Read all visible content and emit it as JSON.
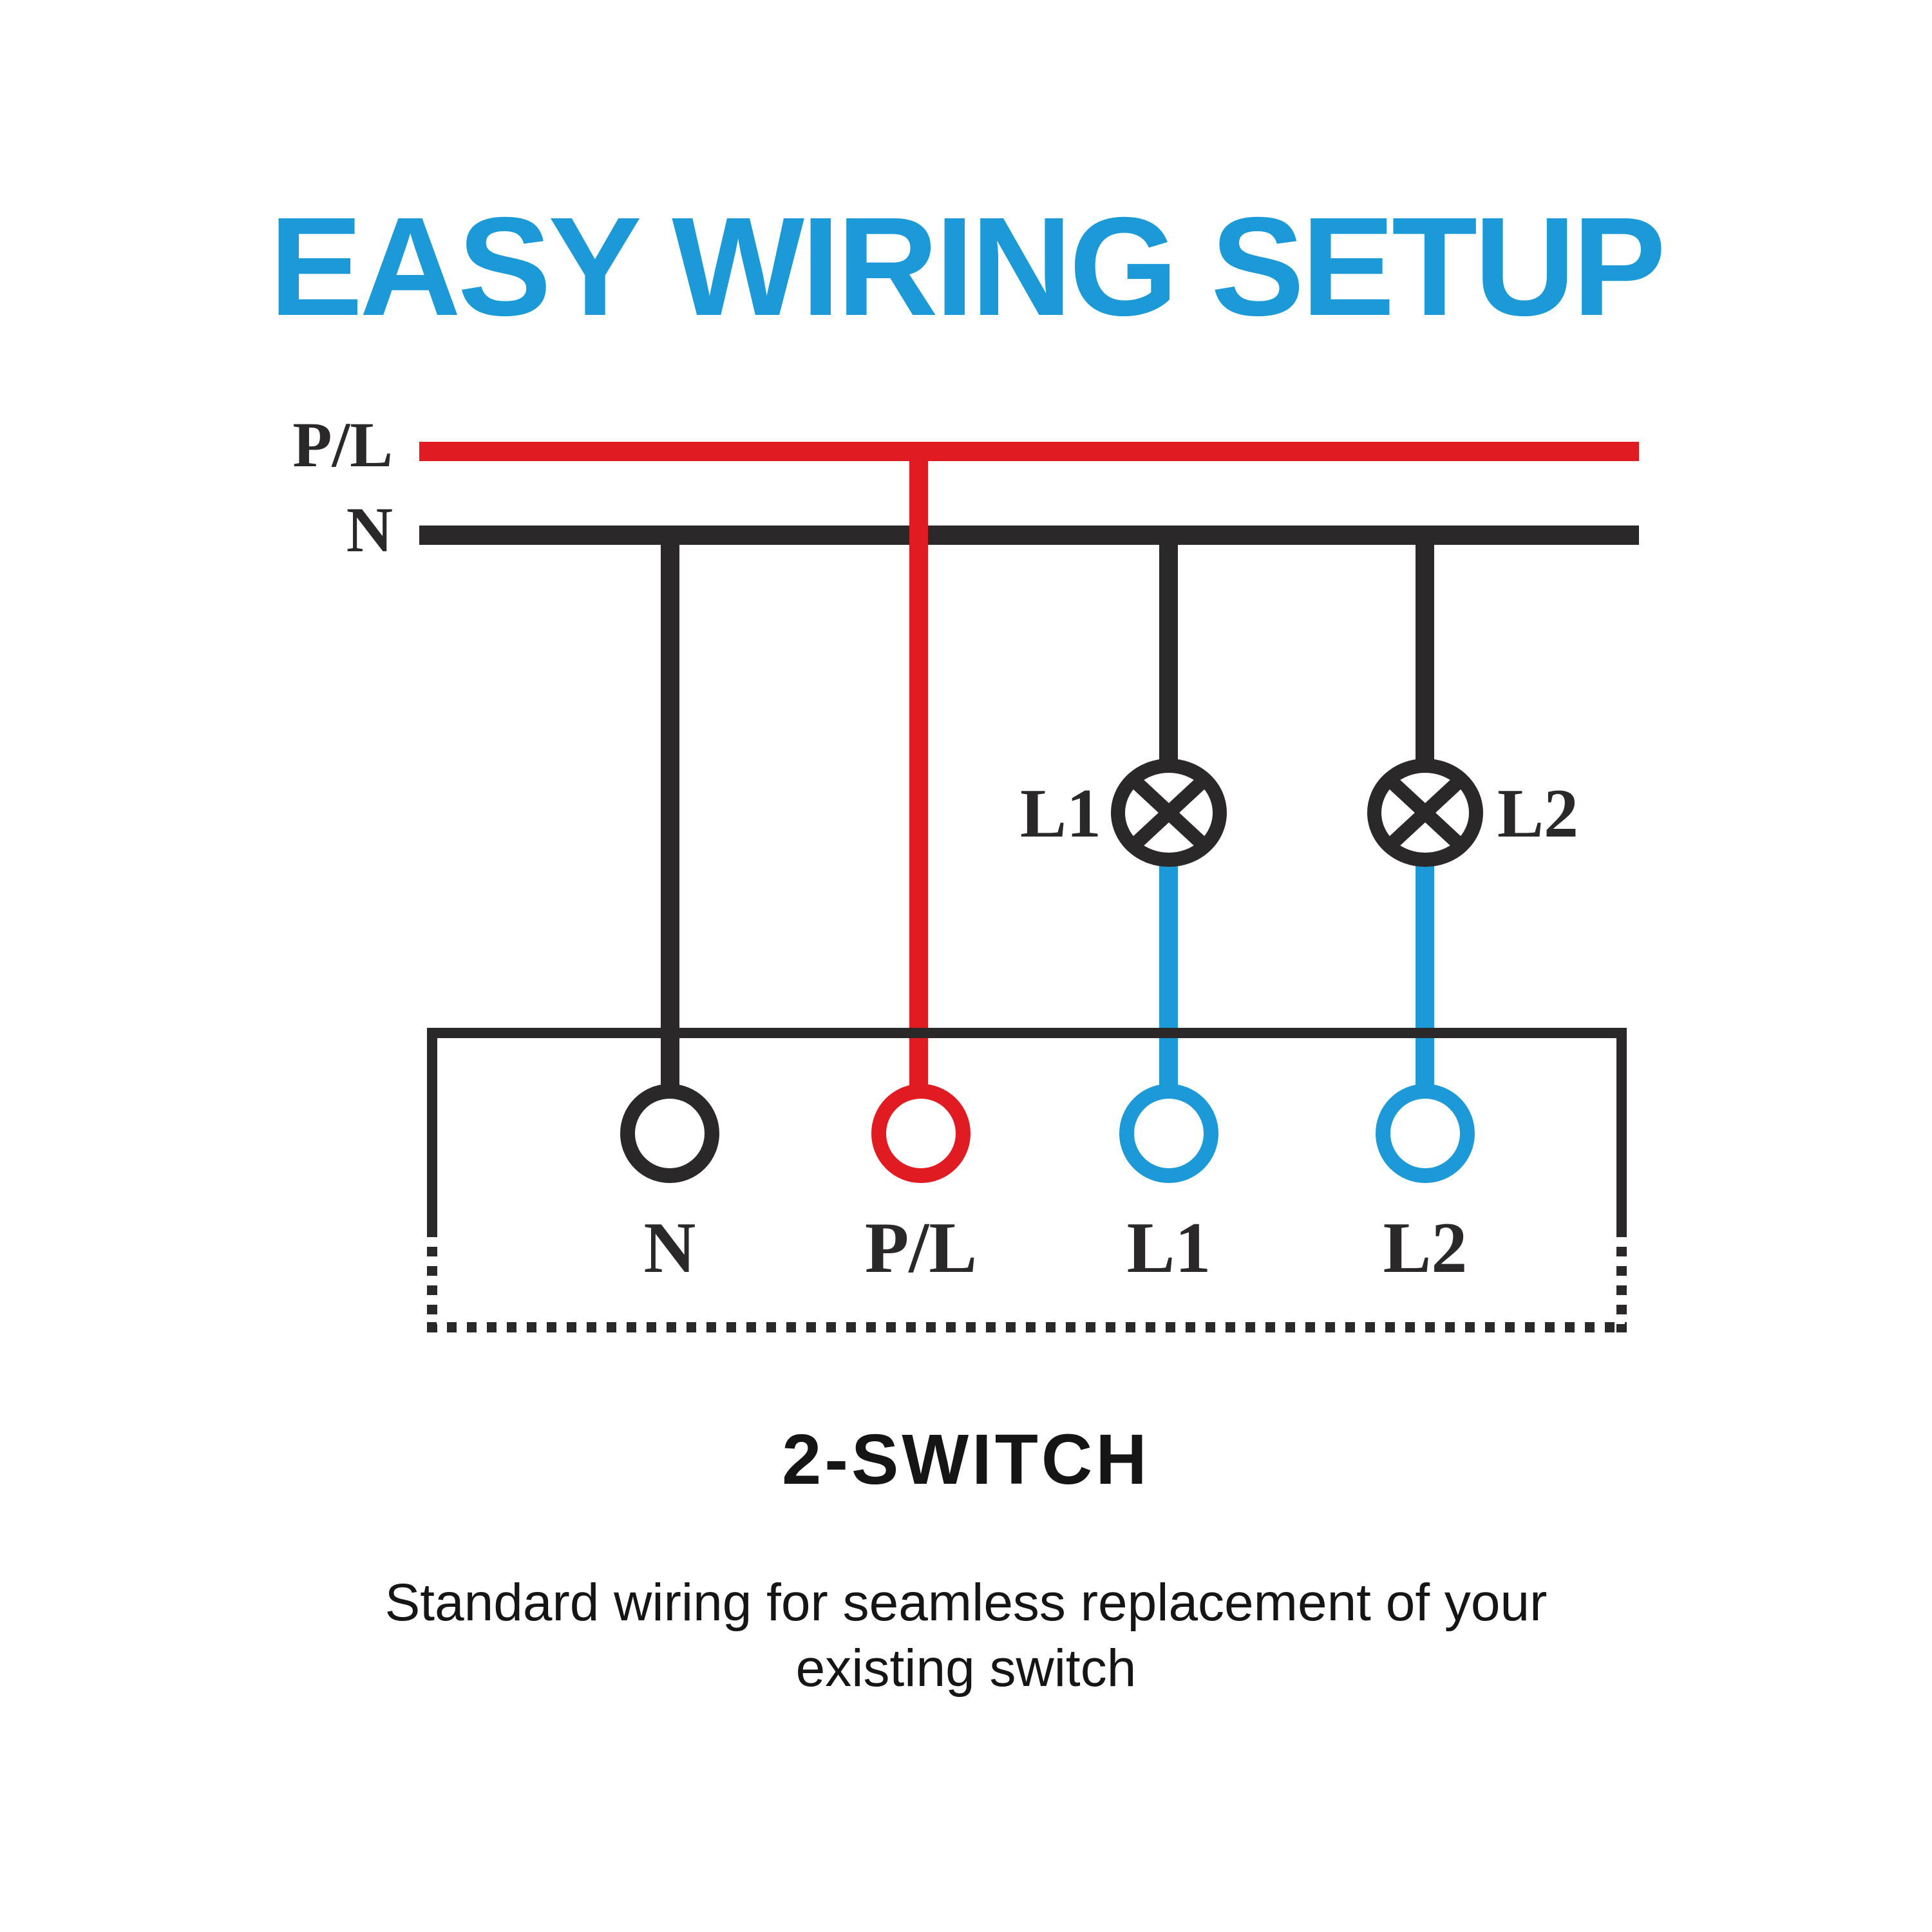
{
  "diagram": {
    "title": "EASY WIRING SETUP",
    "bus": {
      "live_label": "P/L",
      "neutral_label": "N"
    },
    "lamps": [
      {
        "label": "L1"
      },
      {
        "label": "L2"
      }
    ],
    "terminals": [
      {
        "label": "N",
        "wire": "neutral"
      },
      {
        "label": "P/L",
        "wire": "live"
      },
      {
        "label": "L1",
        "wire": "switched"
      },
      {
        "label": "L2",
        "wire": "switched"
      }
    ],
    "subtitle": "2-SWITCH",
    "description": {
      "line1": "Standard wiring for seamless replacement of your",
      "line2": "existing switch"
    },
    "colors": {
      "accent_blue": "#1b9ad7",
      "live_red": "#e11b22",
      "ink": "#2b2829",
      "text": "#151515"
    }
  }
}
